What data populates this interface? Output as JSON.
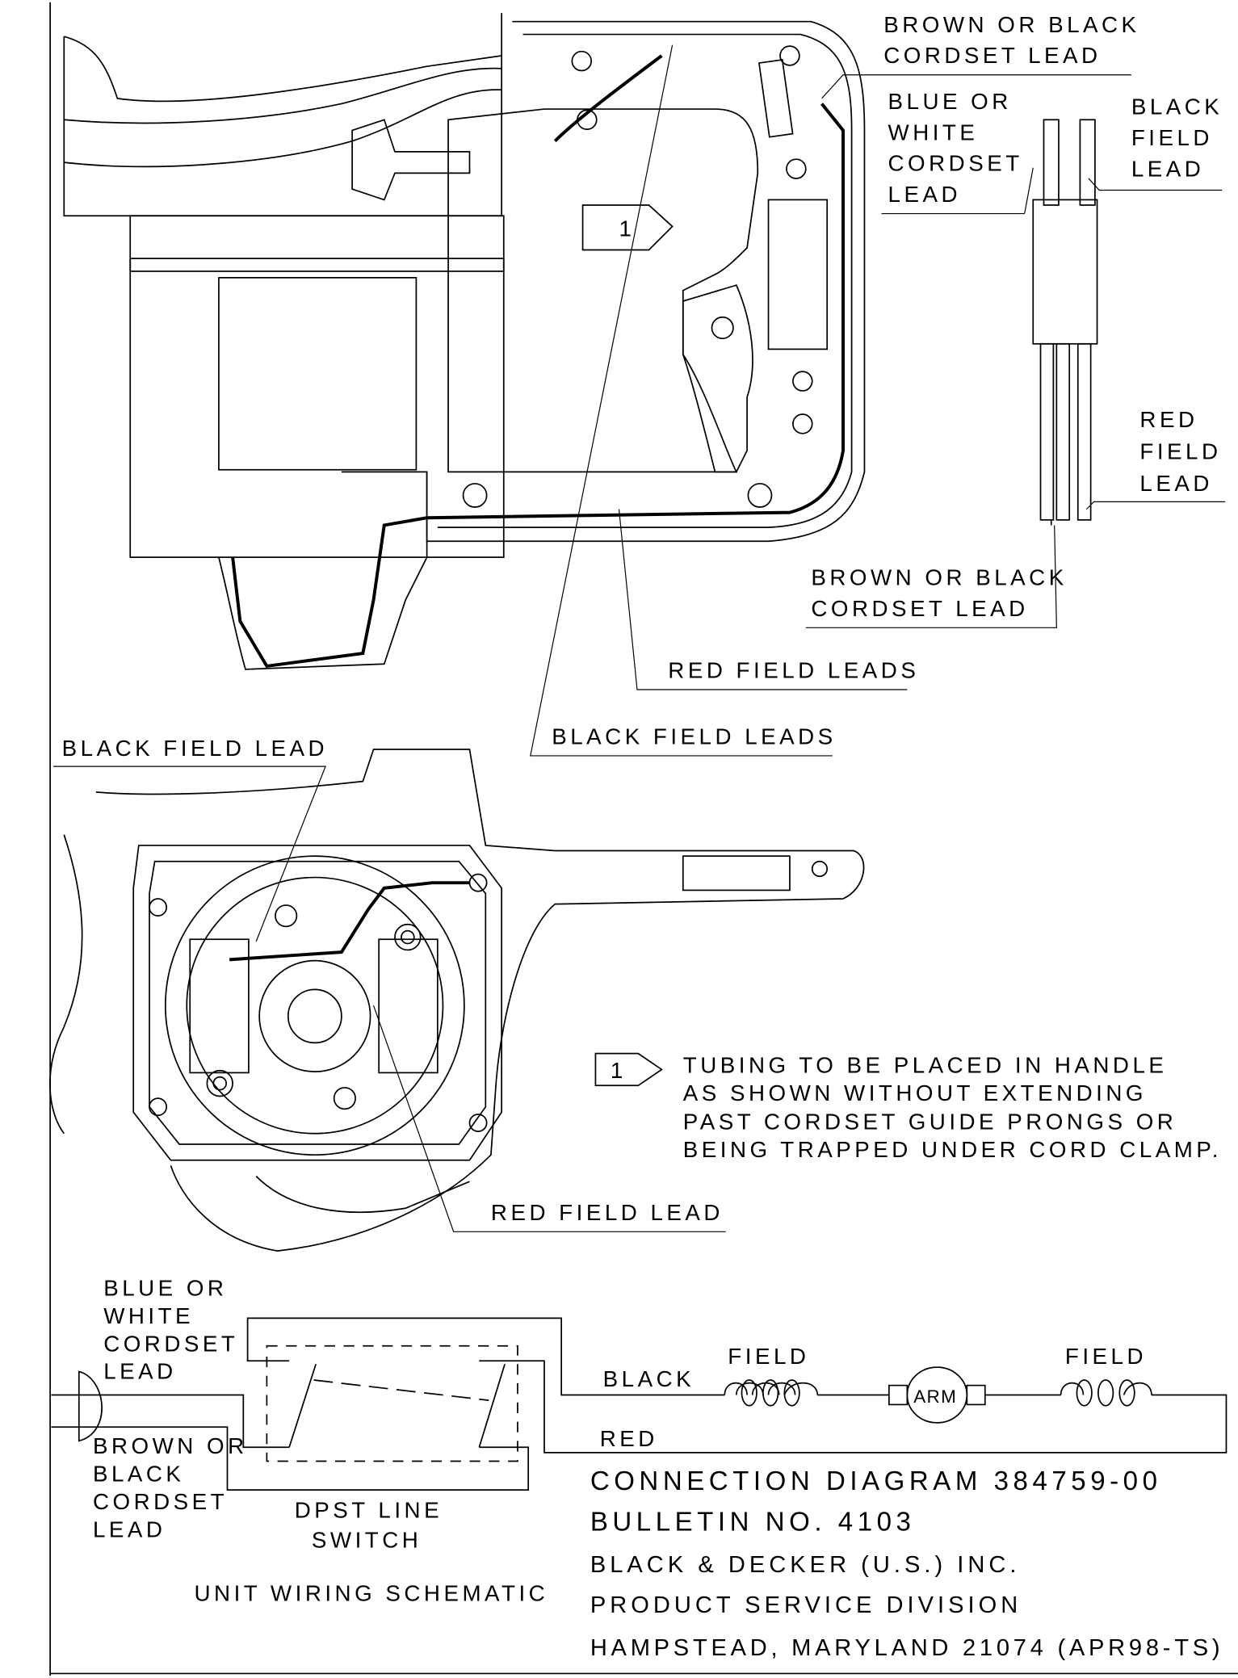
{
  "labels": {
    "brown_black_cordset_top": [
      "BROWN OR BLACK",
      "CORDSET LEAD"
    ],
    "blue_white_cordset_top": [
      "BLUE OR",
      "WHITE",
      "CORDSET",
      "LEAD"
    ],
    "black_field_lead_top": [
      "BLACK",
      "FIELD",
      "LEAD"
    ],
    "red_field_lead_right": [
      "RED",
      "FIELD",
      "LEAD"
    ],
    "brown_black_cordset_mid": [
      "BROWN OR BLACK",
      "CORDSET LEAD"
    ],
    "red_field_leads": "RED FIELD LEADS",
    "black_field_leads": "BLACK FIELD LEADS",
    "black_field_lead_left": "BLACK FIELD LEAD",
    "red_field_lead_bottom": "RED FIELD LEAD",
    "callout_number": "1"
  },
  "note": {
    "number": "1",
    "lines": [
      "TUBING TO BE PLACED IN HANDLE",
      "AS SHOWN WITHOUT EXTENDING",
      "PAST CORDSET GUIDE PRONGS OR",
      "BEING TRAPPED UNDER CORD CLAMP."
    ]
  },
  "schematic": {
    "blue_white_label": [
      "BLUE OR",
      "WHITE",
      "CORDSET",
      "LEAD"
    ],
    "brown_black_label": [
      "BROWN OR",
      "BLACK",
      "CORDSET",
      "LEAD"
    ],
    "switch_label": [
      "DPST LINE",
      "SWITCH"
    ],
    "title": "UNIT WIRING SCHEMATIC",
    "black_wire": "BLACK",
    "red_wire": "RED",
    "field_1": "FIELD",
    "field_2": "FIELD",
    "armature": "ARM"
  },
  "title_block": [
    "CONNECTION DIAGRAM 384759-00",
    "BULLETIN NO. 4103",
    "BLACK & DECKER (U.S.) INC.",
    "PRODUCT SERVICE DIVISION",
    "HAMPSTEAD, MARYLAND 21074 (APR98-TS)"
  ]
}
